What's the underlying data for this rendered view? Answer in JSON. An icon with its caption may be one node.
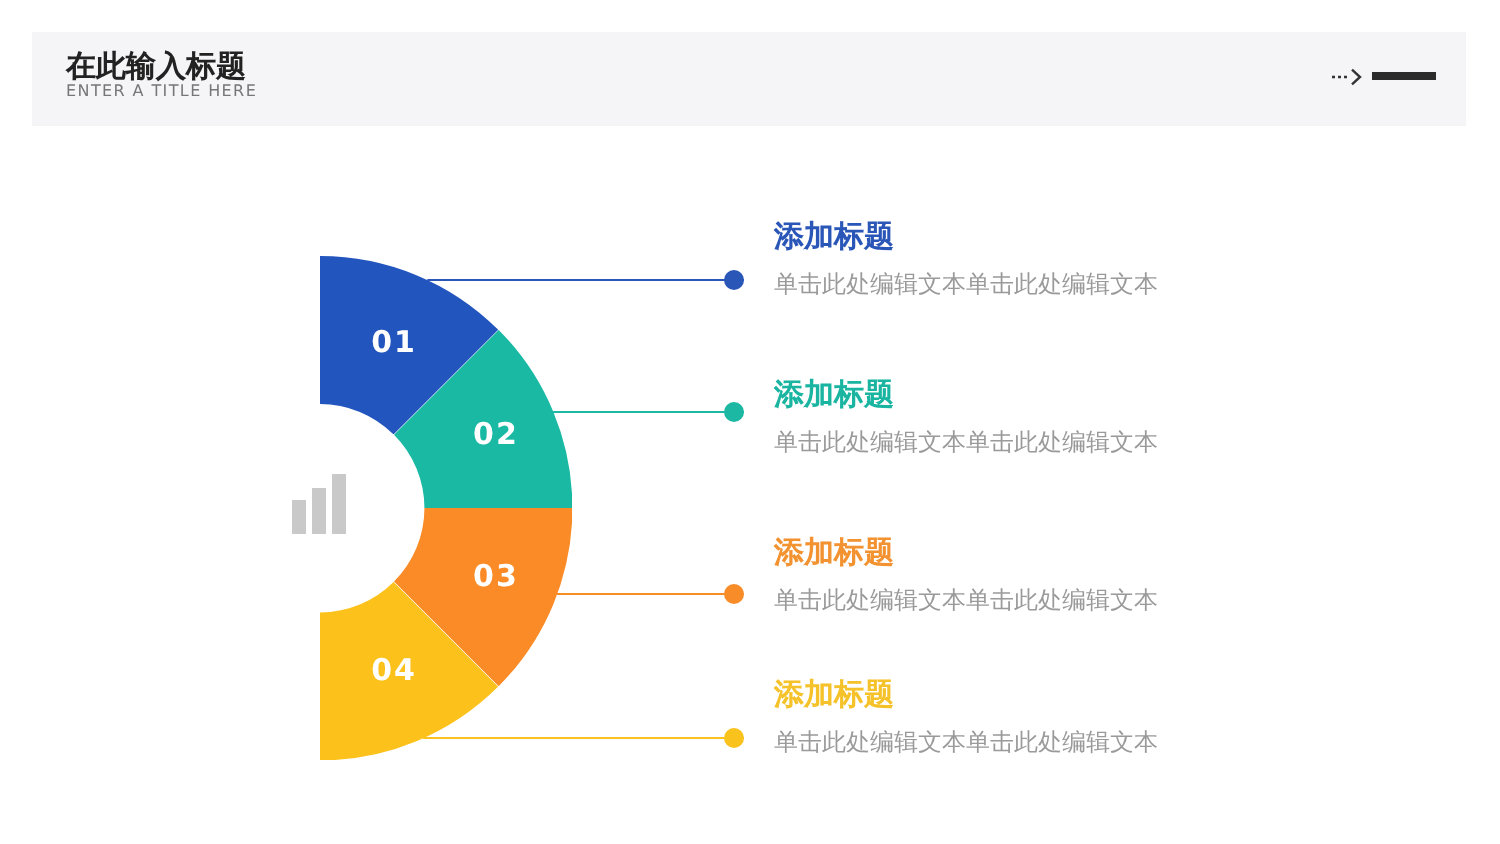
{
  "diagram": {
    "title": "在此输入标题",
    "nodes": [
      {
        "text": [
          "01"
        ]
      },
      {
        "text": [
          "02"
        ]
      },
      {
        "text": [
          "03"
        ]
      },
      {
        "text": [
          "04"
        ]
      },
      {
        "text": [
          "添加标题",
          "单击此处编辑文本单击此处编辑文本"
        ]
      },
      {
        "text": [
          "添加标题",
          "单击此处编辑文本单击此处编辑文本"
        ]
      },
      {
        "text": [
          "添加标题",
          "单击此处编辑文本单击此处编辑文本"
        ]
      },
      {
        "text": [
          "添加标题",
          "单击此处编辑文本单击此处编辑文本"
        ]
      }
    ],
    "edges": [
      {
        "from": 0,
        "to": 4,
        "arrow": "other",
        "color": "#2a56b8"
      },
      {
        "from": 1,
        "to": 5,
        "arrow": "other",
        "color": "#1cb8a4"
      },
      {
        "from": 2,
        "to": 6,
        "arrow": "other",
        "color": "#f78c28"
      },
      {
        "from": 3,
        "to": 7,
        "arrow": "other",
        "color": "#f9c21d"
      }
    ],
    "labels": [
      "ENTER A TITLE HERE"
    ]
  }
}
